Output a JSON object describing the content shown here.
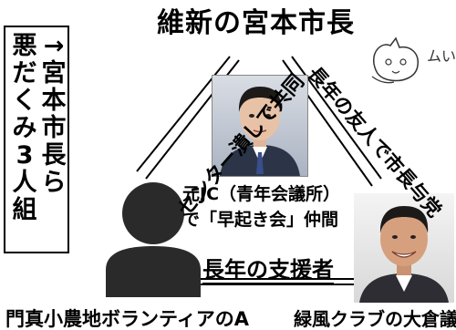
{
  "title": "維新の宮本市長",
  "side_panel": {
    "column_right": "→宮本市長ら",
    "column_left": "悪だくみ3人組"
  },
  "edges": {
    "mayor_to_a": "センター潰しで共同",
    "mayor_to_okura": "長年の友人で市長与党"
  },
  "middle_note": {
    "line1": "元JC（青年会議所）",
    "line2": "で「早起き会」仲間"
  },
  "okura_to_a": "長年の支援者",
  "captions": {
    "a_person": "門真小農地ボランティアのA",
    "okura": "緑風クラブの大倉議"
  },
  "doodle_text": "ムい",
  "colors": {
    "line": "#000000",
    "silhouette": "#2a2a2a",
    "background": "#ffffff"
  },
  "icons": {
    "silhouette": "person-silhouette-icon",
    "doodle": "cat-doodle-icon"
  }
}
